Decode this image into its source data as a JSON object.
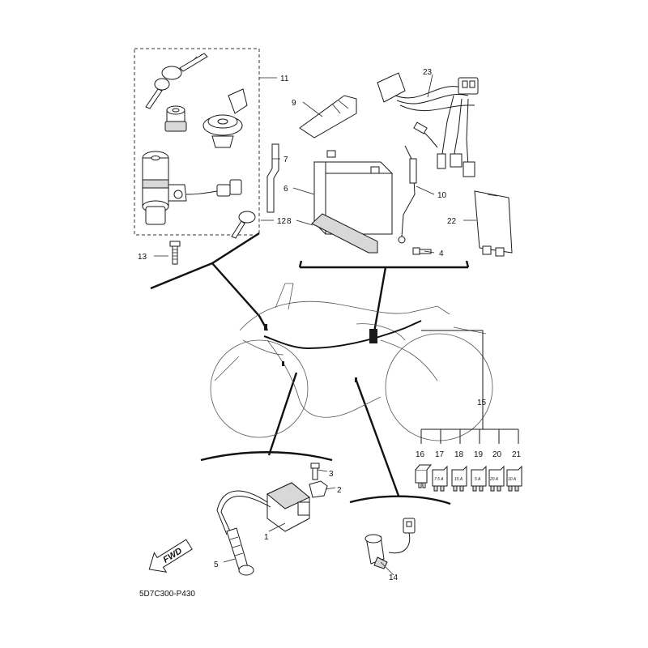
{
  "callouts": {
    "p1": "1",
    "p2": "2",
    "p3": "3",
    "p4": "4",
    "p5": "5",
    "p6": "6",
    "p7": "7",
    "p8": "8",
    "p9": "9",
    "p10": "10",
    "p11": "11",
    "p12": "12",
    "p13": "13",
    "p14": "14",
    "p15": "15",
    "p16": "16",
    "p17": "17",
    "p18": "18",
    "p19": "19",
    "p20": "20",
    "p21": "21",
    "p22": "22",
    "p23": "23"
  },
  "fuses": {
    "f17": "7.5 A",
    "f18": "15 A",
    "f19": "5 A",
    "f20": "20 A",
    "f21": "10 A"
  },
  "direction_label": "FWD",
  "diagram_code": "5D7C300-P430"
}
